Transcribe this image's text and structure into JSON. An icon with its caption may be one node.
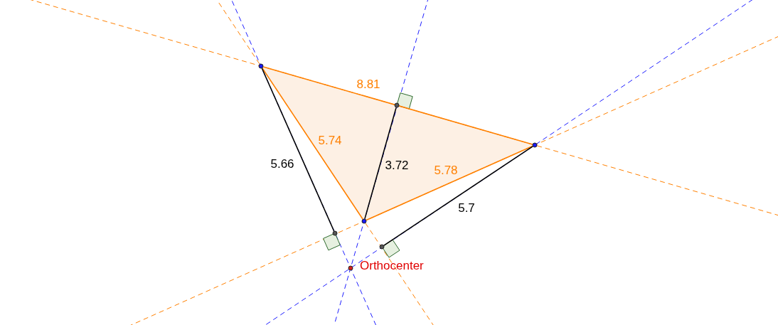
{
  "diagram": {
    "nodes": [
      {
        "text": [],
        "shape": "circle"
      },
      {
        "text": [],
        "shape": "circle"
      },
      {
        "text": [],
        "shape": "circle"
      },
      {
        "text": [],
        "shape": "circle"
      },
      {
        "text": [],
        "shape": "circle"
      },
      {
        "text": [],
        "shape": "circle"
      },
      {
        "text": [],
        "shape": "circle",
        "beside": [
          "Orthocenter"
        ]
      }
    ],
    "edges": [
      {
        "from": 0,
        "to": 2,
        "arrow": "none",
        "label": "8.81",
        "color": "#ff8000"
      },
      {
        "from": 0,
        "to": 3,
        "arrow": "none",
        "label": "5.74",
        "color": "#ff8000"
      },
      {
        "from": 2,
        "to": 3,
        "arrow": "none",
        "label": "5.78",
        "color": "#ff8000"
      },
      {
        "from": 0,
        "to": 4,
        "arrow": "none",
        "label": "5.66",
        "color": "#000000"
      },
      {
        "from": 3,
        "to": 1,
        "arrow": "none",
        "label": "3.72",
        "color": "#000000"
      },
      {
        "from": 2,
        "to": 5,
        "arrow": "none",
        "label": "5.7",
        "color": "#000000"
      }
    ]
  }
}
